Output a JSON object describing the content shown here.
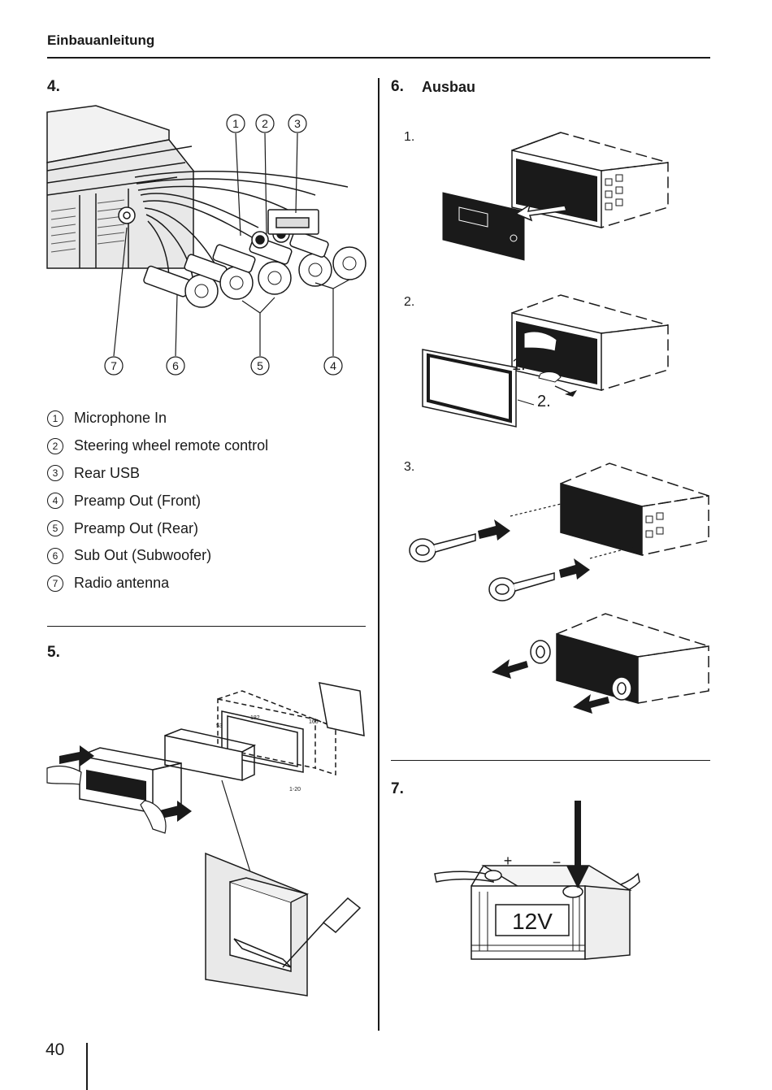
{
  "header": {
    "title": "Einbauanleitung"
  },
  "sections": {
    "s4": {
      "number": "4."
    },
    "s5": {
      "number": "5."
    },
    "s6": {
      "number": "6.",
      "title": "Ausbau",
      "steps": [
        "1.",
        "2.",
        "3."
      ],
      "callouts": [
        "1.",
        "2."
      ]
    },
    "s7": {
      "number": "7.",
      "battery_label": "12V",
      "plus": "+",
      "minus": "−"
    }
  },
  "connectors": {
    "top_callouts": [
      "1",
      "2",
      "3"
    ],
    "bottom_callouts": [
      "7",
      "6",
      "5",
      "4"
    ],
    "legend": [
      {
        "num": "1",
        "label": "Microphone In"
      },
      {
        "num": "2",
        "label": "Steering wheel remote control"
      },
      {
        "num": "3",
        "label": "Rear USB"
      },
      {
        "num": "4",
        "label": "Preamp Out (Front)"
      },
      {
        "num": "5",
        "label": "Preamp Out (Rear)"
      },
      {
        "num": "6",
        "label": "Sub Out (Subwoofer)"
      },
      {
        "num": "7",
        "label": "Radio antenna"
      }
    ]
  },
  "install_dims": {
    "width": "182",
    "height": "53",
    "depth": "165",
    "panel": "1-20"
  },
  "footer": {
    "page_number": "40"
  }
}
